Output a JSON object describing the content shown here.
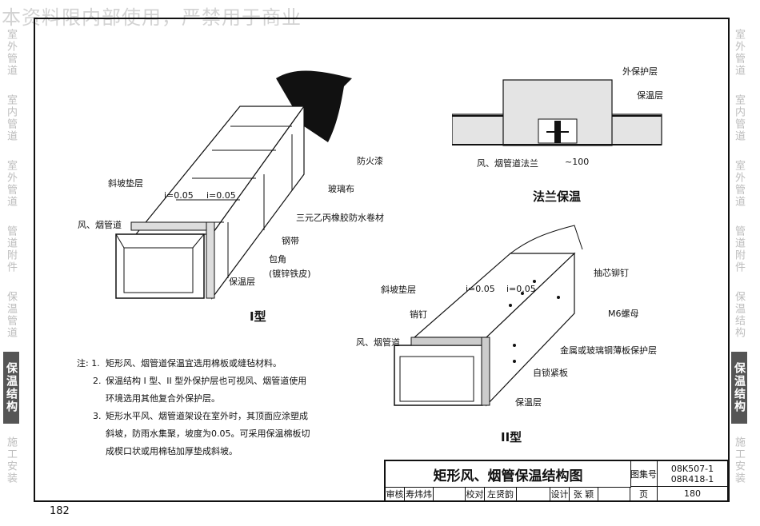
{
  "watermark": "本资料限内部使用，严禁用于商业",
  "sidebar_left": [
    "室外管道",
    "室内管道",
    "室外管道",
    "管道附件",
    "保温管道",
    "保温结构",
    "施工安装"
  ],
  "sidebar_right": [
    "室外管道",
    "室内管道",
    "室外管道",
    "管道附件",
    "保温结构",
    "保温结构",
    "施工安装"
  ],
  "active_side": "保温结构",
  "type1": {
    "caption": "I型",
    "labels": {
      "fireproof_paint": "防火漆",
      "glass_cloth": "玻璃布",
      "epdm_membrane": "三元乙丙橡胶防水卷材",
      "steel_strap": "钢带",
      "corner_wrap": "包角",
      "corner_wrap_note": "(镀锌铁皮)",
      "insulation_layer": "保温层",
      "slope_pad": "斜坡垫层",
      "duct": "风、烟管道",
      "slope1": "i=0.05",
      "slope2": "i=0.05"
    }
  },
  "flange": {
    "caption": "法兰保温",
    "labels": {
      "outer_protect": "外保护层",
      "insulation_layer": "保温层",
      "duct_flange": "风、烟管道法兰",
      "dimension": "~100"
    }
  },
  "type2": {
    "caption": "II型",
    "labels": {
      "blind_rivet": "抽芯铆钉",
      "m6_nut": "M6螺母",
      "metal_sheet": "金属或玻璃钢薄板保护层",
      "self_lock_plate": "自锁紧板",
      "insulation_layer": "保温层",
      "slope_pad": "斜坡垫层",
      "pin": "销钉",
      "duct": "风、烟管道",
      "slope1": "i=0.05",
      "slope2": "i=0.05"
    }
  },
  "notes": {
    "prefix": "注:",
    "items": [
      {
        "num": "1.",
        "lines": [
          "矩形风、烟管道保温宜选用棉板或缝毡材料。"
        ]
      },
      {
        "num": "2.",
        "lines": [
          "保温结构 I 型、II 型外保护层也可视风、烟管道使用",
          "环境选用其他复合外保护层。"
        ]
      },
      {
        "num": "3.",
        "lines": [
          "矩形水平风、烟管道架设在室外时，其顶面应涂塑成",
          "斜坡，防雨水集聚，坡度为0.05。可采用保温棉板切",
          "成楔口状或用棉毡加厚垫成斜坡。"
        ]
      }
    ]
  },
  "title_block": {
    "title": "矩形风、烟管保温结构图",
    "atlas_label": "图集号",
    "atlas_numbers": [
      "08K507-1",
      "08R418-1"
    ],
    "review_label": "审核",
    "reviewer": "寿炜炜",
    "check_label": "校对",
    "checker": "左贤韵",
    "design_label": "设计",
    "designer": "张 颖",
    "page_label": "页",
    "page": "180"
  },
  "page_number": "182"
}
